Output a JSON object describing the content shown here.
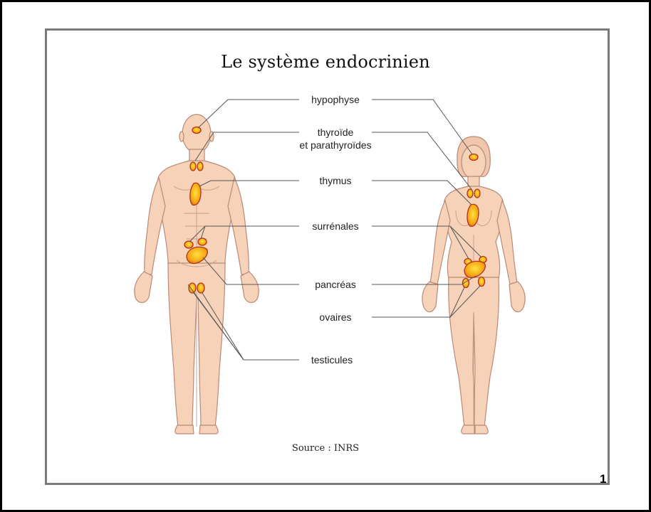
{
  "title": "Le système endocrinien",
  "labels": {
    "hypophyse": "hypophyse",
    "thyroide_line1": "thyroïde",
    "thyroide_line2": "et parathyroïdes",
    "thymus": "thymus",
    "surrenales": "surrénales",
    "pancreas": "pancréas",
    "ovaires": "ovaires",
    "testicules": "testicules"
  },
  "source": "Source : INRS",
  "page_number": "1",
  "colors": {
    "skin": "#f6d2b8",
    "skin_outline": "#b88a78",
    "gland_fill": "#f2a116",
    "gland_core": "#ffd32a",
    "gland_outline": "#b4321c",
    "leader_line": "#555555",
    "frame": "#7a7a7a"
  }
}
